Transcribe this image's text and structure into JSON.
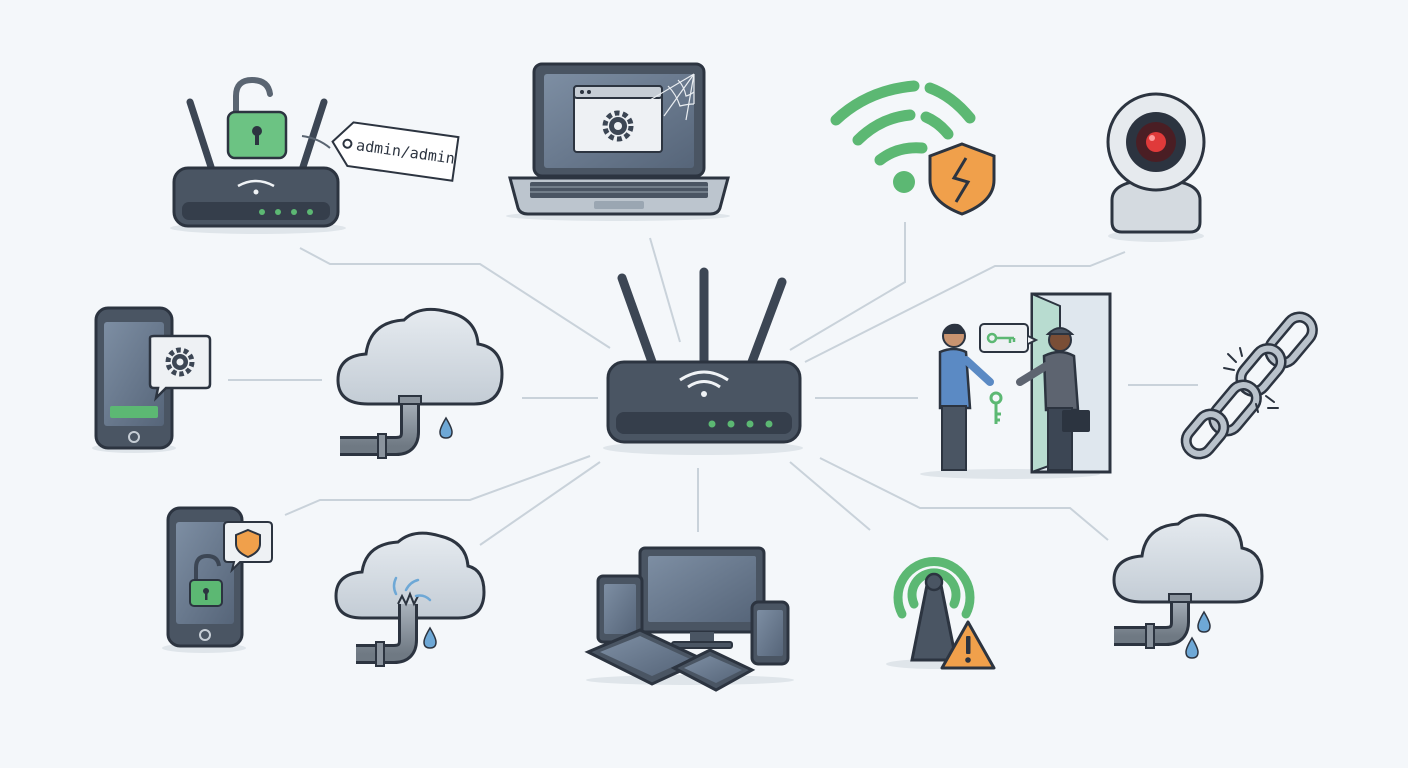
{
  "diagram": {
    "center": {
      "icon": "wifi-router-icon",
      "role": "hub"
    },
    "nodes": [
      {
        "id": "default-credentials",
        "icon": "router-unlocked-icon",
        "tag_text": "admin/admin"
      },
      {
        "id": "web-admin-interface",
        "icon": "laptop-cobweb-icon"
      },
      {
        "id": "weak-wifi-security",
        "icon": "broken-wifi-shield-icon"
      },
      {
        "id": "security-camera",
        "icon": "camera-icon"
      },
      {
        "id": "mobile-app-settings",
        "icon": "phone-gear-icon"
      },
      {
        "id": "cloud-leak",
        "icon": "cloud-leaking-pipe-icon"
      },
      {
        "id": "credential-sharing",
        "icon": "people-key-handoff-icon"
      },
      {
        "id": "broken-chain",
        "icon": "broken-chain-icon"
      },
      {
        "id": "mobile-unlocked",
        "icon": "phone-unlocked-shield-icon"
      },
      {
        "id": "cloud-burst-pipe",
        "icon": "cloud-burst-pipe-icon"
      },
      {
        "id": "connected-devices",
        "icon": "devices-icon"
      },
      {
        "id": "rogue-antenna",
        "icon": "antenna-warning-icon"
      },
      {
        "id": "cloud-drip",
        "icon": "cloud-dripping-pipe-icon"
      }
    ]
  },
  "colors": {
    "background": "#f4f7fa",
    "device_body": "#4a5563",
    "outline": "#2c3440",
    "accent_green": "#5cb873",
    "warning_orange": "#f0a04b",
    "danger_red": "#e03a3a",
    "connector": "#c9d2da",
    "screen": "#6b7d92"
  }
}
